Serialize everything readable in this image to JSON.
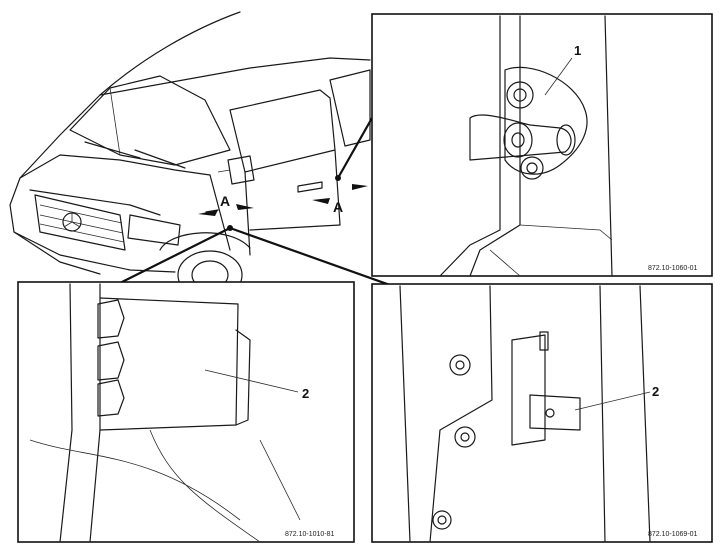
{
  "overview": {
    "section_labels": [
      "A",
      "A"
    ],
    "icons": [
      "van-side-view",
      "door-hinge",
      "arrow-indicator"
    ]
  },
  "detail_top_right": {
    "callout": "1",
    "ref_code": "872.10-1060-01"
  },
  "detail_bottom_left": {
    "callout": "2",
    "ref_code": "872.10-1010-81"
  },
  "detail_bottom_right": {
    "callout": "2",
    "ref_code": "872.10-1069-01"
  }
}
